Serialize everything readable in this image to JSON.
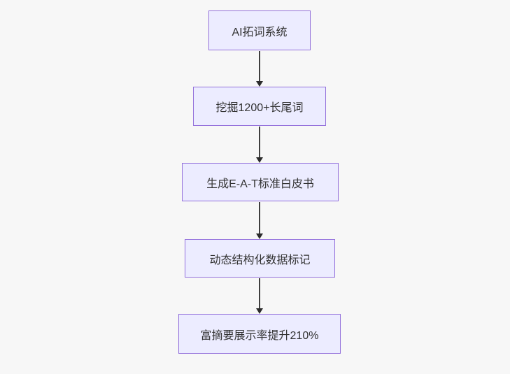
{
  "diagram": {
    "type": "flowchart-vertical",
    "nodes": [
      {
        "label": "AI拓词系统"
      },
      {
        "label": "挖掘1200+长尾词"
      },
      {
        "label": "生成E-A-T标准白皮书"
      },
      {
        "label": "动态结构化数据标记"
      },
      {
        "label": "富摘要展示率提升210%"
      }
    ],
    "edges": [
      {
        "from": 0,
        "to": 1
      },
      {
        "from": 1,
        "to": 2
      },
      {
        "from": 2,
        "to": 3
      },
      {
        "from": 3,
        "to": 4
      }
    ],
    "colors": {
      "node_fill": "#ECECFF",
      "node_border": "#9370DB",
      "node_text": "#333333",
      "edge": "#333333",
      "background": "#f7f7f7"
    }
  }
}
